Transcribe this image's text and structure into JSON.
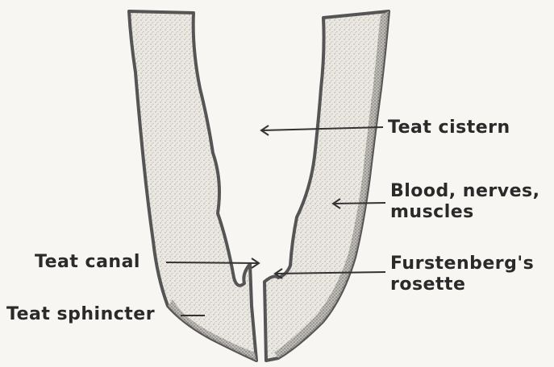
{
  "diagram": {
    "labels": {
      "teat_cistern": "Teat cistern",
      "blood_nerves_line1": "Blood, nerves,",
      "blood_nerves_line2": "muscles",
      "teat_canal": "Teat canal",
      "furstenberg_line1": "Furstenberg's",
      "furstenberg_line2": "rosette",
      "teat_sphincter": "Teat sphincter"
    },
    "colors": {
      "background": "#f7f6f3",
      "wall_fill": "#ebe8e1",
      "outline": "#555555",
      "leader_line": "#333333",
      "text": "#2a2a2a"
    }
  }
}
